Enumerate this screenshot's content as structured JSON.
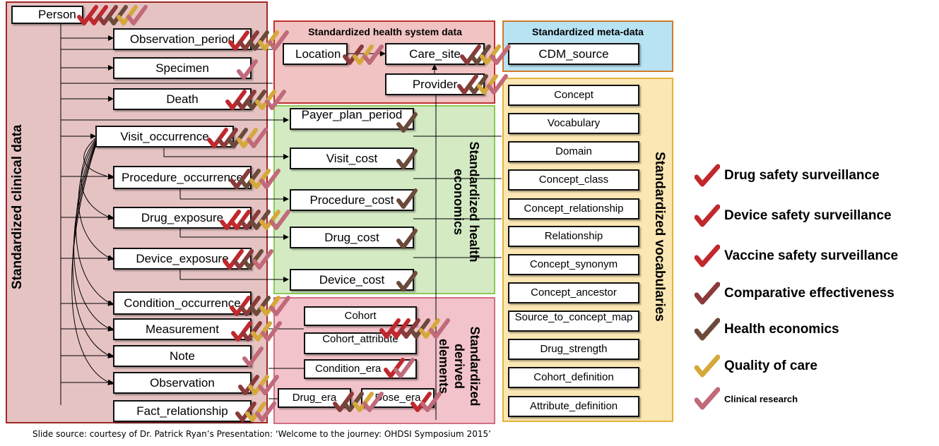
{
  "sections": {
    "clinical": "Standardized clinical data",
    "health_system": "Standardized health system data",
    "meta": "Standardized meta-data",
    "economics": "Standardized health economics",
    "derived": "Standardized derived elements",
    "vocab": "Standardized vocabularies"
  },
  "clinical_tables": {
    "person": "Person",
    "observation_period": "Observation_period",
    "specimen": "Specimen",
    "death": "Death",
    "visit_occurrence": "Visit_occurrence",
    "procedure_occurrence": "Procedure_occurrence",
    "drug_exposure": "Drug_exposure",
    "device_exposure": "Device_exposure",
    "condition_occurrence": "Condition_occurrence",
    "measurement": "Measurement",
    "note": "Note",
    "observation": "Observation",
    "fact_relationship": "Fact_relationship"
  },
  "health_system_tables": {
    "location": "Location",
    "care_site": "Care_site",
    "provider": "Provider"
  },
  "meta_tables": {
    "cdm_source": "CDM_source"
  },
  "economics_tables": {
    "payer_plan_period": "Payer_plan_period",
    "visit_cost": "Visit_cost",
    "procedure_cost": "Procedure_cost",
    "drug_cost": "Drug_cost",
    "device_cost": "Device_cost"
  },
  "derived_tables": {
    "cohort": "Cohort",
    "cohort_attribute": "Cohort_attribute",
    "condition_era": "Condition_era",
    "drug_era": "Drug_era",
    "dose_era": "Dose_era"
  },
  "vocab_tables": {
    "concept": "Concept",
    "vocabulary": "Vocabulary",
    "domain": "Domain",
    "concept_class": "Concept_class",
    "concept_relationship": "Concept_relationship",
    "relationship": "Relationship",
    "concept_synonym": "Concept_synonym",
    "concept_ancestor": "Concept_ancestor",
    "source_to_concept_map": "Source_to_concept_map",
    "drug_strength": "Drug_strength",
    "cohort_definition": "Cohort_definition",
    "attribute_definition": "Attribute_definition"
  },
  "legend": [
    {
      "label": "Drug safety surveillance",
      "color": "#c0282d"
    },
    {
      "label": "Device safety surveillance",
      "color": "#c0282d"
    },
    {
      "label": "Vaccine safety surveillance",
      "color": "#c0282d"
    },
    {
      "label": "Comparative effectiveness",
      "color": "#8b3a3a"
    },
    {
      "label": "Health economics",
      "color": "#6b4a3a"
    },
    {
      "label": "Quality of care",
      "color": "#d4a83a"
    },
    {
      "label": "Clinical research",
      "color": "#c06a7a"
    }
  ],
  "source": "Slide source: courtesy of Dr. Patrick Ryan’s Presentation: ‘Welcome to the journey: OHDSI Symposium 2015’"
}
